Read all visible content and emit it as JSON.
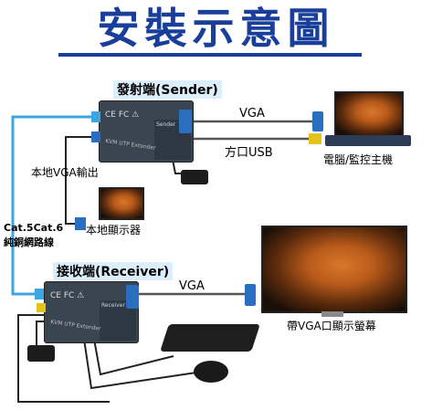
{
  "title": "安裝示意圖",
  "sender": {
    "label": "發射端(Sender)",
    "device_text": "KVM UTP Extender",
    "port_label": "Sender",
    "marks": "CE FC ⚠"
  },
  "receiver": {
    "label": "接收端(Receiver)",
    "device_text": "KVM UTP Extender",
    "port_label": "Receiver",
    "marks": "CE FC ⚠"
  },
  "cables": {
    "vga_top": "VGA",
    "usb": "方口USB",
    "vga_bottom": "VGA",
    "local_vga_out": "本地VGA輸出",
    "cat_line1": "Cat.5Cat.6",
    "cat_line2": "純銅網路線"
  },
  "devices": {
    "pc": "電腦/監控主機",
    "local_display": "本地顯示器",
    "remote_display": "帶VGA口顯示螢幕"
  },
  "colors": {
    "accent": "#1a3f9a",
    "cable_blue": "#3da5e0",
    "wire_dark": "#222222"
  }
}
